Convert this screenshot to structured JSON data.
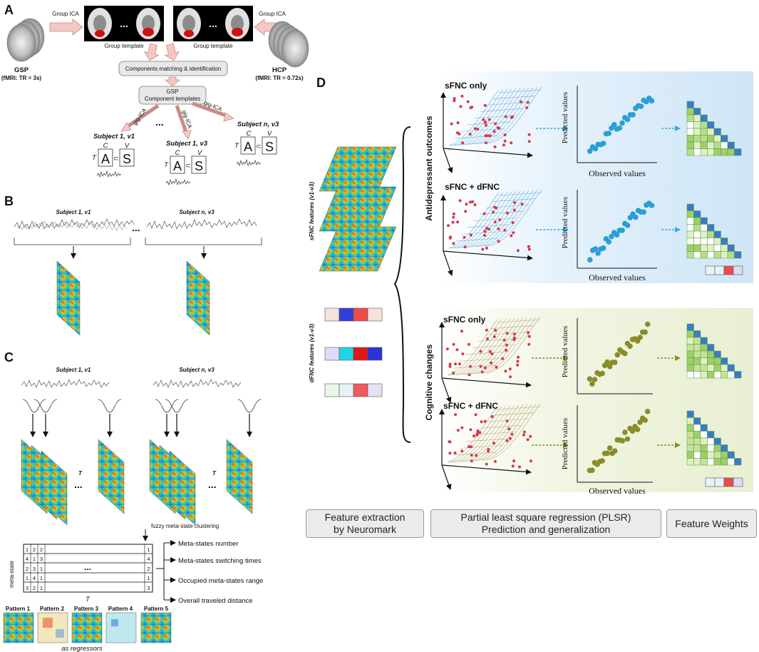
{
  "panel_labels": {
    "a": "A",
    "b": "B",
    "c": "C",
    "d": "D"
  },
  "panel_a": {
    "left_arrow_label": "Group ICA",
    "right_arrow_label": "Group ICA",
    "dots": "...",
    "left_template_label": "Group template",
    "right_template_label": "Group template",
    "left_dataset": "GSP",
    "left_dataset_tr": "(fMRI: TR = 3s)",
    "right_dataset": "HCP",
    "right_dataset_tr": "(fMRI: TR = 0.72s)",
    "matching_box": "Components matching & identification",
    "gsp_box_line1": "GSP",
    "gsp_box_line2": "Component templates",
    "gig_ica": "gig-ICA",
    "subjects": [
      {
        "title": "Subject 1, v1",
        "c": "C",
        "v": "V",
        "t": "T",
        "a": "A",
        "s": "S"
      },
      {
        "title": "Subject 1, v3",
        "c": "C",
        "v": "V",
        "t": "T",
        "a": "A",
        "s": "S"
      },
      {
        "title": "Subject n, v3",
        "c": "C",
        "v": "V",
        "t": "T",
        "a": "A",
        "s": "S"
      }
    ],
    "mid_dots": "..."
  },
  "panel_b": {
    "left_title": "Subject 1, v1",
    "right_title": "Subject n, v3",
    "dots": "..."
  },
  "panel_c": {
    "left_title": "Subject 1, v1",
    "right_title": "Subject n, v3",
    "t_label": "T",
    "dots": "...",
    "clustering_label": "fuzzy meta-state clustering",
    "meta_state_axis": "meta-state",
    "table_t_label": "T",
    "table_dots": "...",
    "table_left_rows": [
      [
        "1",
        "2",
        "2"
      ],
      [
        "4",
        "1",
        "3"
      ],
      [
        "2",
        "3",
        "1"
      ],
      [
        "1",
        "4",
        "1"
      ],
      [
        "3",
        "2",
        "1"
      ]
    ],
    "table_right_col": [
      "1",
      "4",
      "2",
      "1",
      "3"
    ],
    "metrics": [
      "Meta-states number",
      "Meta-states switching times",
      "Occupied meta-states range",
      "Overall traveled distance"
    ],
    "patterns": [
      "Pattern 1",
      "Pattern 2",
      "Pattern 3",
      "Pattern 4",
      "Pattern 5"
    ],
    "regressors_label": "as regressors"
  },
  "panel_d": {
    "sfnc_features": "sFNC features (v1-v3)",
    "dfnc_features": "dFNC features (v1-v3)",
    "group1_label": "Antidepressant outcomes",
    "group2_label": "Cognitive changes",
    "model_labels": [
      "sFNC only",
      "sFNC + dFNC",
      "sFNC only",
      "sFNC + dFNC"
    ],
    "y_axis": "Predicted values",
    "x_axis": "Observed values"
  },
  "bottom_boxes": {
    "feature_extraction": "Feature extraction\nby Neuromark",
    "plsr": "Partial least square regression (PLSR)\nPrediction and generalization",
    "feature_weights": "Feature Weights"
  },
  "colors": {
    "arrow_pink": "#f4c7c3",
    "blue_dot": "#2a9fd6",
    "olive_dot": "#8a8c2a",
    "blue_bg": "#dcecf8",
    "green_bg": "#eef3dc",
    "heat_red": "#d62728",
    "heat_blue": "#1f3fd1",
    "heat_cyan": "#19d4e6",
    "heat_pink": "#f6d9d5"
  }
}
